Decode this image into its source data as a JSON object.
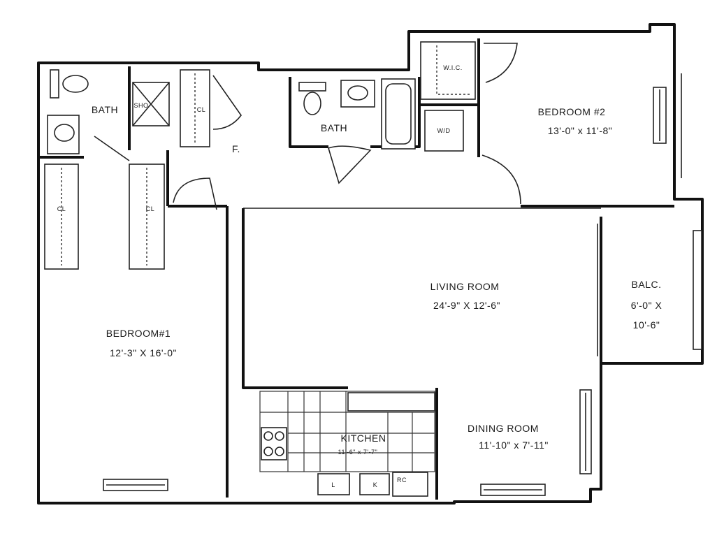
{
  "rooms": {
    "bath1": "BATH",
    "shower": "SHO",
    "closet_hall": "CL",
    "foyer": "F.",
    "bath2": "BATH",
    "walkin_closet": "W.I.C.",
    "washer_dryer": "W/D",
    "bedroom2_name": "BEDROOM #2",
    "bedroom2_dims": "13'-0\" x 11'-8\"",
    "closet_left": "CL",
    "closet_right": "CL",
    "living_name": "LIVING ROOM",
    "living_dims": "24'-9\" X 12'-6\"",
    "balcony_name": "BALC.",
    "balcony_dims_1": "6'-0\" X",
    "balcony_dims_2": "10'-6\"",
    "bedroom1_name": "BEDROOM#1",
    "bedroom1_dims": "12'-3\" X 16'-0\"",
    "kitchen_name": "KITCHEN",
    "kitchen_dims": "11'-6\" x 7'-7\"",
    "dining_name": "DINING ROOM",
    "dining_dims": "11'-10\" x 7'-11\""
  },
  "appliances": {
    "a1": "L",
    "a2": "K",
    "a3": "RC"
  }
}
